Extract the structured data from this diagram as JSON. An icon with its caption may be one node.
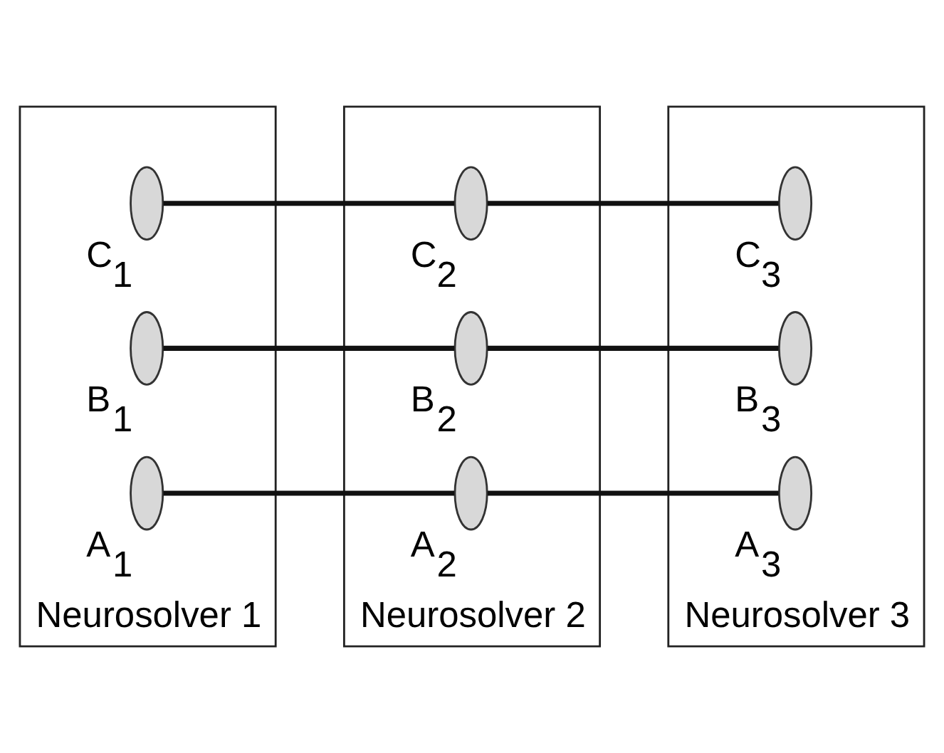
{
  "diagram": {
    "nodes": [
      {
        "text": [
          "Neurosolver 1"
        ]
      },
      {
        "text": [],
        "shape": "ellipse",
        "in": 0,
        "beside": [
          "C$_{1}$"
        ]
      },
      {
        "text": [],
        "shape": "ellipse",
        "in": 0,
        "beside": [
          "B$_{1}$"
        ]
      },
      {
        "text": [],
        "shape": "ellipse",
        "in": 0,
        "beside": [
          "A$_{1}$"
        ]
      },
      {
        "text": [
          "Neurosolver 2"
        ]
      },
      {
        "text": [],
        "shape": "ellipse",
        "in": 4,
        "beside": [
          "C$_{2}$"
        ]
      },
      {
        "text": [],
        "shape": "ellipse",
        "in": 4,
        "beside": [
          "B$_{2}$"
        ]
      },
      {
        "text": [],
        "shape": "ellipse",
        "in": 4,
        "beside": [
          "A$_{2}$"
        ]
      },
      {
        "text": [
          "Neurosolver 3"
        ]
      },
      {
        "text": [],
        "shape": "ellipse",
        "in": 8,
        "beside": [
          "C$_{3}$"
        ]
      },
      {
        "text": [],
        "shape": "ellipse",
        "in": 8,
        "beside": [
          "B$_{3}$"
        ]
      },
      {
        "text": [],
        "shape": "ellipse",
        "in": 8,
        "beside": [
          "A$_{3}$"
        ]
      }
    ],
    "edges": [
      {
        "from": 1,
        "to": 5,
        "arrow": "none"
      },
      {
        "from": 5,
        "to": 9,
        "arrow": "none"
      },
      {
        "from": 2,
        "to": 6,
        "arrow": "none"
      },
      {
        "from": 6,
        "to": 10,
        "arrow": "none"
      },
      {
        "from": 3,
        "to": 7,
        "arrow": "none"
      },
      {
        "from": 7,
        "to": 11,
        "arrow": "none"
      }
    ]
  }
}
